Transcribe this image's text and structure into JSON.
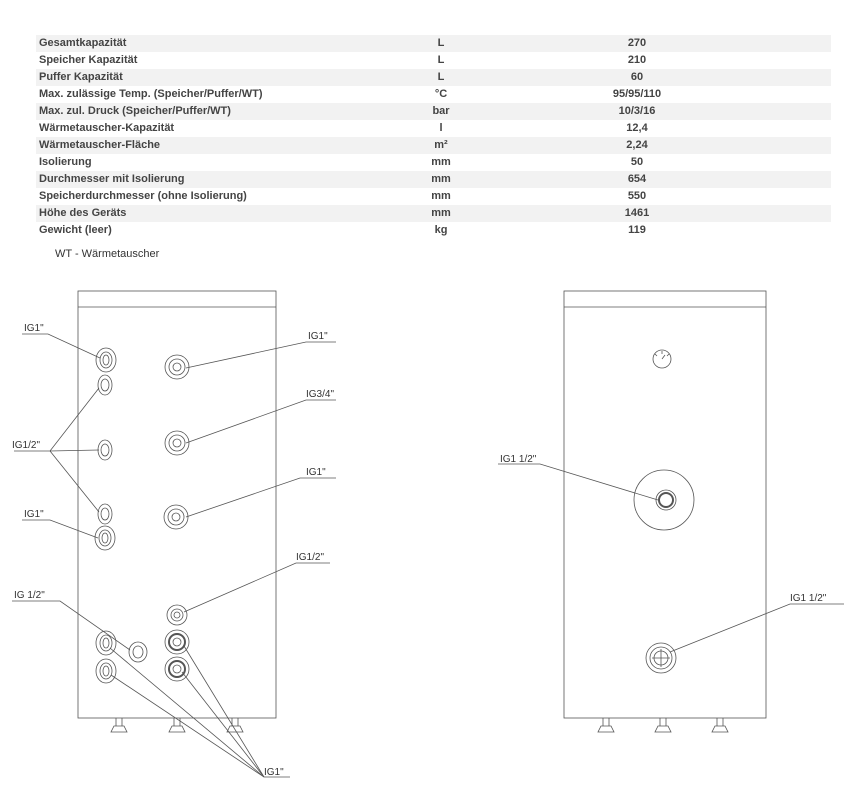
{
  "specs": {
    "rows": [
      {
        "name": "Gesamtkapazität",
        "unit": "L",
        "value": "270"
      },
      {
        "name": "Speicher Kapazität",
        "unit": "L",
        "value": "210"
      },
      {
        "name": "Puffer Kapazität",
        "unit": "L",
        "value": "60"
      },
      {
        "name": "Max. zulässige Temp. (Speicher/Puffer/WT)",
        "unit": "°C",
        "value": "95/95/110"
      },
      {
        "name": "Max. zul. Druck (Speicher/Puffer/WT)",
        "unit": "bar",
        "value": "10/3/16"
      },
      {
        "name": "Wärmetauscher-Kapazität",
        "unit": "l",
        "value": "12,4"
      },
      {
        "name": "Wärmetauscher-Fläche",
        "unit": "m²",
        "value": "2,24"
      },
      {
        "name": "Isolierung",
        "unit": "mm",
        "value": "50"
      },
      {
        "name": "Durchmesser mit Isolierung",
        "unit": "mm",
        "value": "654"
      },
      {
        "name": "Speicherdurchmesser (ohne Isolierung)",
        "unit": "mm",
        "value": "550"
      },
      {
        "name": "Höhe des Geräts",
        "unit": "mm",
        "value": "1461"
      },
      {
        "name": "Gewicht (leer)",
        "unit": "kg",
        "value": "119"
      }
    ]
  },
  "footnote": "WT - Wärmetauscher",
  "front_labels": {
    "l1": "IG1\"",
    "l2": "IG1/2\"",
    "l3": "IG1\"",
    "l4": "IG 1/2\"",
    "r1": "IG1\"",
    "r2": "IG3/4\"",
    "r3": "IG1\"",
    "r4": "IG1/2\"",
    "bottom": "IG1\""
  },
  "side_labels": {
    "flange": "IG1 1/2\"",
    "lower": "IG1 1/2\""
  }
}
